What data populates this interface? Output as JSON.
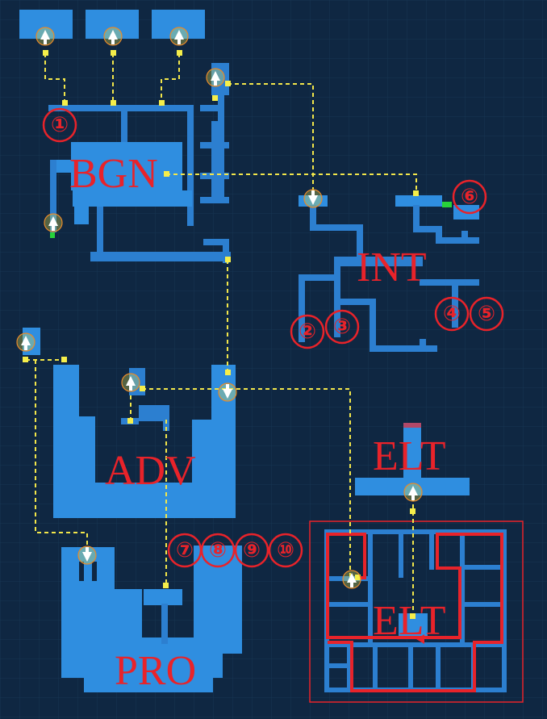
{
  "map": {
    "zones": {
      "bgn": "BGN",
      "int": "INT",
      "adv": "ADV",
      "elt_top": "ELT",
      "elt_bottom": "ELT",
      "pro": "PRO"
    },
    "markers": {
      "m1": "①",
      "m2": "②",
      "m3": "③",
      "m4": "④",
      "m5": "⑤",
      "m6": "⑥",
      "m7": "⑦",
      "m8": "⑧",
      "m9": "⑨",
      "m10": "⑩"
    },
    "colors": {
      "background": "#0f2742",
      "room": "#2f8ee0",
      "path": "#f2e64a",
      "highlight": "#e8232a",
      "door_green": "#28d23a",
      "door_red": "#b24868"
    },
    "icons": [
      "up-arrow-portal-icon",
      "down-arrow-portal-icon",
      "route-arrow-icon"
    ]
  }
}
